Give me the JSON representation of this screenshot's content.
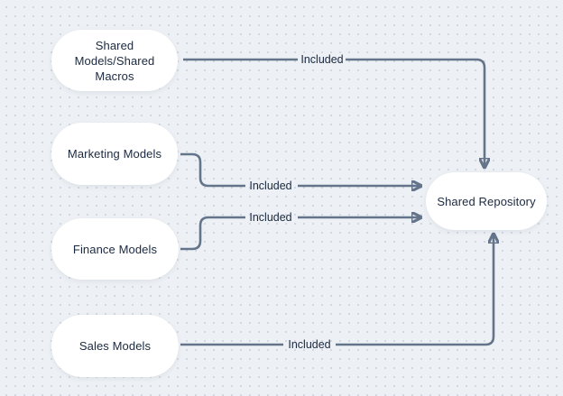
{
  "diagram": {
    "type": "flowchart",
    "background_color": "#edf1f5",
    "dot_grid_color": "#ccd4de",
    "arrow_color": "#64748b",
    "text_color": "#1b2940",
    "node_background": "#ffffff"
  },
  "nodes": [
    {
      "id": "shared-models-shared-macros",
      "label": "Shared\nModels/Shared\nMacros"
    },
    {
      "id": "marketing-models",
      "label": "Marketing Models"
    },
    {
      "id": "finance-models",
      "label": "Finance Models"
    },
    {
      "id": "sales-models",
      "label": "Sales Models"
    },
    {
      "id": "shared-repository",
      "label": "Shared Repository"
    }
  ],
  "edges": [
    {
      "from": "shared-models-shared-macros",
      "to": "shared-repository",
      "label": "Included"
    },
    {
      "from": "marketing-models",
      "to": "shared-repository",
      "label": "Included"
    },
    {
      "from": "finance-models",
      "to": "shared-repository",
      "label": "Included"
    },
    {
      "from": "sales-models",
      "to": "shared-repository",
      "label": "Included"
    }
  ]
}
